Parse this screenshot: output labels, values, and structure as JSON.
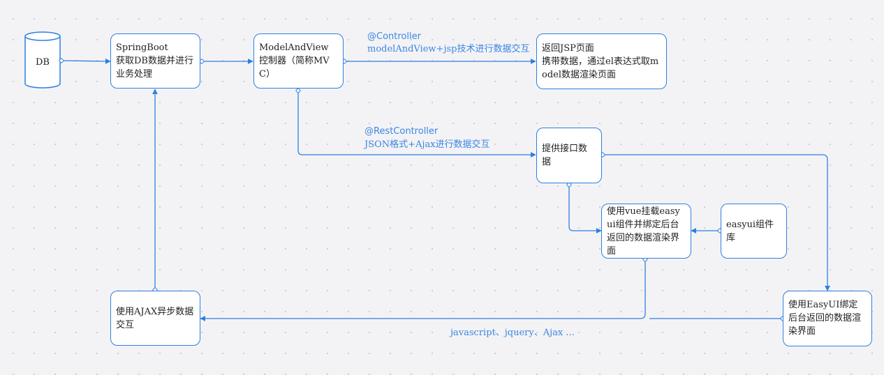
{
  "nodes": {
    "db": "DB",
    "springboot": "SpringBoot\n获取DB数据并进行业务处理",
    "mvc": "ModelAndView控制器（简称MVC）",
    "jsp": "返回JSP页面\n携带数据，通过el表达式取model数据渲染页面",
    "api": "提供接口数据",
    "vue": "使用vue挂载easyui组件并绑定后台返回的数据渲染界面",
    "easyui_lib": "easyui组件库",
    "ajax": "使用AJAX异步数据交互",
    "easyui_bind": "使用EasyUI绑定后台返回的数据渲染界面"
  },
  "edge_labels": {
    "controller_line1": "@Controller",
    "controller_line2": "modelAndView+jsp技术进行数据交互",
    "rest_line1": "@RestController",
    "rest_line2": "JSON格式+Ajax进行数据交互",
    "bottom": "javascript、jquery、Ajax ..."
  },
  "colors": {
    "line": "#2f7fe0",
    "label": "#3b86e2",
    "node_border": "#2f7fe0",
    "background": "#f3f3f6"
  }
}
